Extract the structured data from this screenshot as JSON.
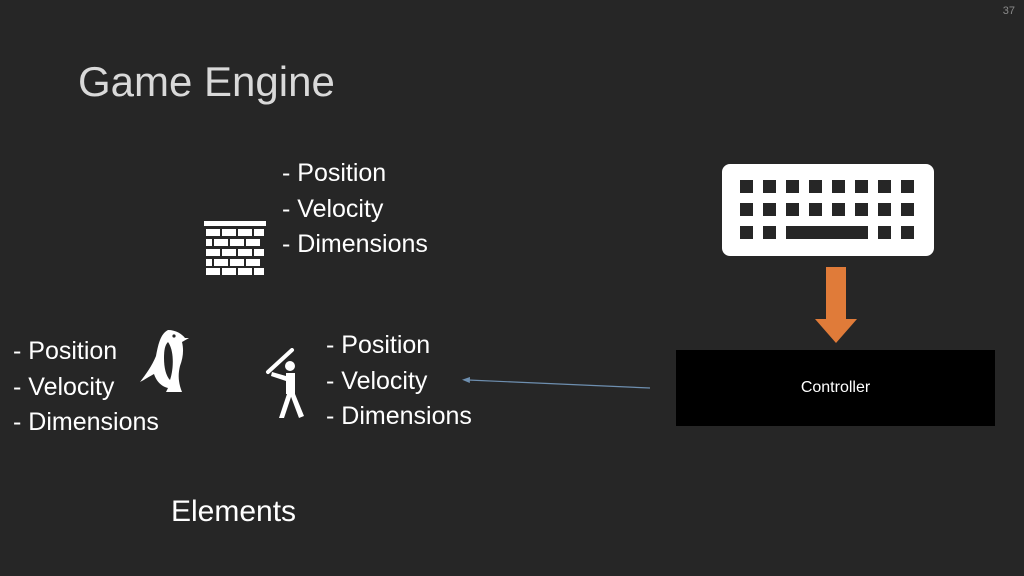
{
  "slide": {
    "number": "37",
    "title": "Game Engine",
    "elements_label": "Elements"
  },
  "wall": {
    "icon": "brick-wall-icon",
    "properties": [
      "- Position",
      "- Velocity",
      "- Dimensions"
    ]
  },
  "penguin": {
    "icon": "penguin-icon",
    "properties": [
      "- Position",
      "- Velocity",
      "- Dimensions"
    ]
  },
  "batter": {
    "icon": "baseball-batter-icon",
    "properties": [
      "- Position",
      "- Velocity",
      "- Dimensions"
    ]
  },
  "controller": {
    "label": "Controller",
    "input_icon": "keyboard-icon"
  },
  "colors": {
    "background": "#262626",
    "title": "#d9d9d9",
    "arrow": "#e07b39",
    "connector": "#6e8fb0",
    "controller_box": "#000000"
  }
}
